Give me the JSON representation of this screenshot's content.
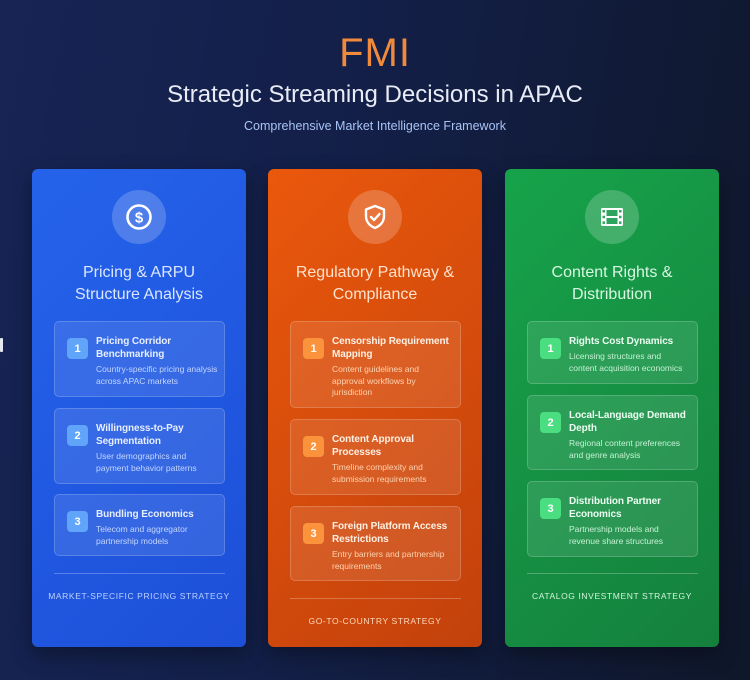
{
  "header": {
    "brand": "FMI",
    "title": "Strategic Streaming Decisions in APAC",
    "subtitle": "Comprehensive Market Intelligence Framework"
  },
  "colors": {
    "brand_orange": "#f08a3c",
    "blue_card": "#2563eb",
    "orange_card": "#ea580c",
    "green_card": "#16a34a",
    "background": "#131f47"
  },
  "pillars": [
    {
      "icon": "dollar-icon",
      "title_line1": "Pricing & ARPU",
      "title_line2": "Structure Analysis",
      "items": [
        {
          "number": "1",
          "title_line1": "Pricing Corridor",
          "title_line2": "Benchmarking",
          "desc_line1": "Country-specific pricing analysis",
          "desc_line2": "across APAC markets"
        },
        {
          "number": "2",
          "title_line1": "Willingness-to-Pay",
          "title_line2": "Segmentation",
          "desc_line1": "User demographics and",
          "desc_line2": "payment behavior patterns"
        },
        {
          "number": "3",
          "title_line1": "Bundling Economics",
          "desc_line1": "Telecom and aggregator",
          "desc_line2": "partnership models"
        }
      ],
      "footer": "MARKET-SPECIFIC PRICING STRATEGY"
    },
    {
      "icon": "shield-check-icon",
      "title_line1": "Regulatory Pathway &",
      "title_line2": "Compliance",
      "items": [
        {
          "number": "1",
          "title_line1": "Censorship Requirement",
          "title_line2": "Mapping",
          "desc_line1": "Content guidelines and",
          "desc_line2": "approval workflows by",
          "desc_line3": "jurisdiction"
        },
        {
          "number": "2",
          "title_line1": "Content Approval",
          "title_line2": "Processes",
          "desc_line1": "Timeline complexity and",
          "desc_line2": "submission requirements"
        },
        {
          "number": "3",
          "title_line1": "Foreign Platform Access",
          "title_line2": "Restrictions",
          "desc_line1": "Entry barriers and partnership",
          "desc_line2": "requirements"
        }
      ],
      "footer": "GO-TO-COUNTRY STRATEGY"
    },
    {
      "icon": "film-icon",
      "title_line1": "Content Rights &",
      "title_line2": "Distribution",
      "items": [
        {
          "number": "1",
          "title_line1": "Rights Cost Dynamics",
          "desc_line1": "Licensing structures and",
          "desc_line2": "content acquisition economics"
        },
        {
          "number": "2",
          "title_line1": "Local-Language Demand",
          "title_line2": "Depth",
          "desc_line1": "Regional content preferences",
          "desc_line2": "and genre analysis"
        },
        {
          "number": "3",
          "title_line1": "Distribution Partner",
          "title_line2": "Economics",
          "desc_line1": "Partnership models and",
          "desc_line2": "revenue share structures"
        }
      ],
      "footer": "CATALOG INVESTMENT STRATEGY"
    }
  ]
}
